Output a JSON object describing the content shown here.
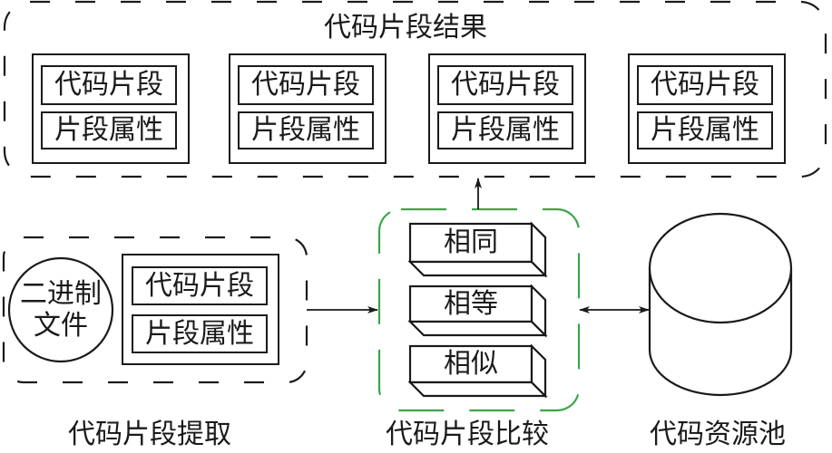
{
  "colors": {
    "line": "#1a1a1a",
    "comparison_border": "#3aa64b",
    "background": "#ffffff"
  },
  "results_panel": {
    "title": "代码片段结果",
    "fragments": [
      {
        "code_label": "代码片段",
        "attr_label": "片段属性"
      },
      {
        "code_label": "代码片段",
        "attr_label": "片段属性"
      },
      {
        "code_label": "代码片段",
        "attr_label": "片段属性"
      },
      {
        "code_label": "代码片段",
        "attr_label": "片段属性"
      }
    ]
  },
  "extraction_panel": {
    "binary_file_line1": "二进制",
    "binary_file_line2": "文件",
    "fragment": {
      "code_label": "代码片段",
      "attr_label": "片段属性"
    },
    "caption": "代码片段提取"
  },
  "comparison_panel": {
    "modes": [
      "相同",
      "相等",
      "相似"
    ],
    "caption": "代码片段比较"
  },
  "resource_pool": {
    "caption": "代码资源池"
  }
}
